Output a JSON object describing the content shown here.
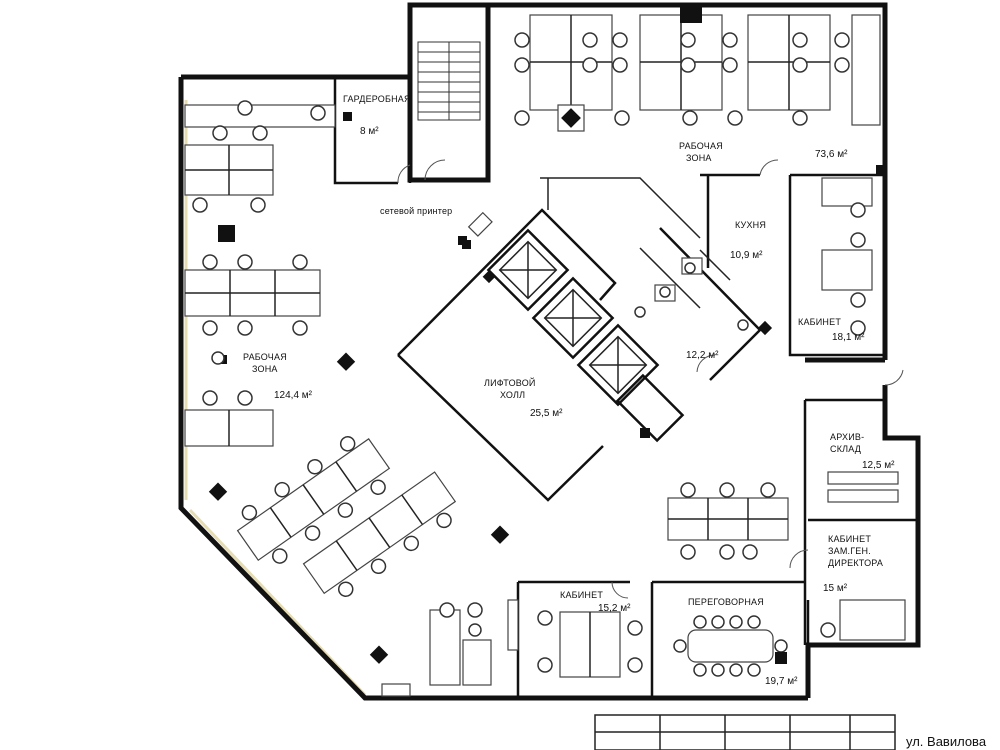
{
  "rooms": {
    "wardrobe": {
      "name": "ГАРДЕРОБНАЯ",
      "area": "8 м²"
    },
    "work_north": {
      "name_1": "РАБОЧАЯ",
      "name_2": "ЗОНА",
      "area": "73,6 м²"
    },
    "printer": {
      "name": "сетевой принтер"
    },
    "kitchen": {
      "name": "КУХНЯ",
      "area": "10,9 м²"
    },
    "office_east": {
      "name": "КАБИНЕТ",
      "area": "18,1 м²"
    },
    "work_west": {
      "name_1": "РАБОЧАЯ",
      "name_2": "ЗОНА",
      "area": "124,4 м²"
    },
    "wc": {
      "area": "12,2 м²"
    },
    "lift_hall": {
      "name_1": "ЛИФТОВОЙ",
      "name_2": "ХОЛЛ",
      "area": "25,5 м²"
    },
    "archive": {
      "name_1": "АРХИВ-",
      "name_2": "СКЛАД",
      "area": "12,5 м²"
    },
    "deputy": {
      "name_1": "КАБИНЕТ",
      "name_2": "ЗАМ.ГЕН.",
      "name_3": "ДИРЕКТОРА",
      "area": "15 м²"
    },
    "office_south": {
      "name": "КАБИНЕТ",
      "area": "15,2 м²"
    },
    "meeting": {
      "name": "ПЕРЕГОВОРНАЯ",
      "area": "19,7 м²"
    }
  },
  "street": "ул. Вавилова"
}
